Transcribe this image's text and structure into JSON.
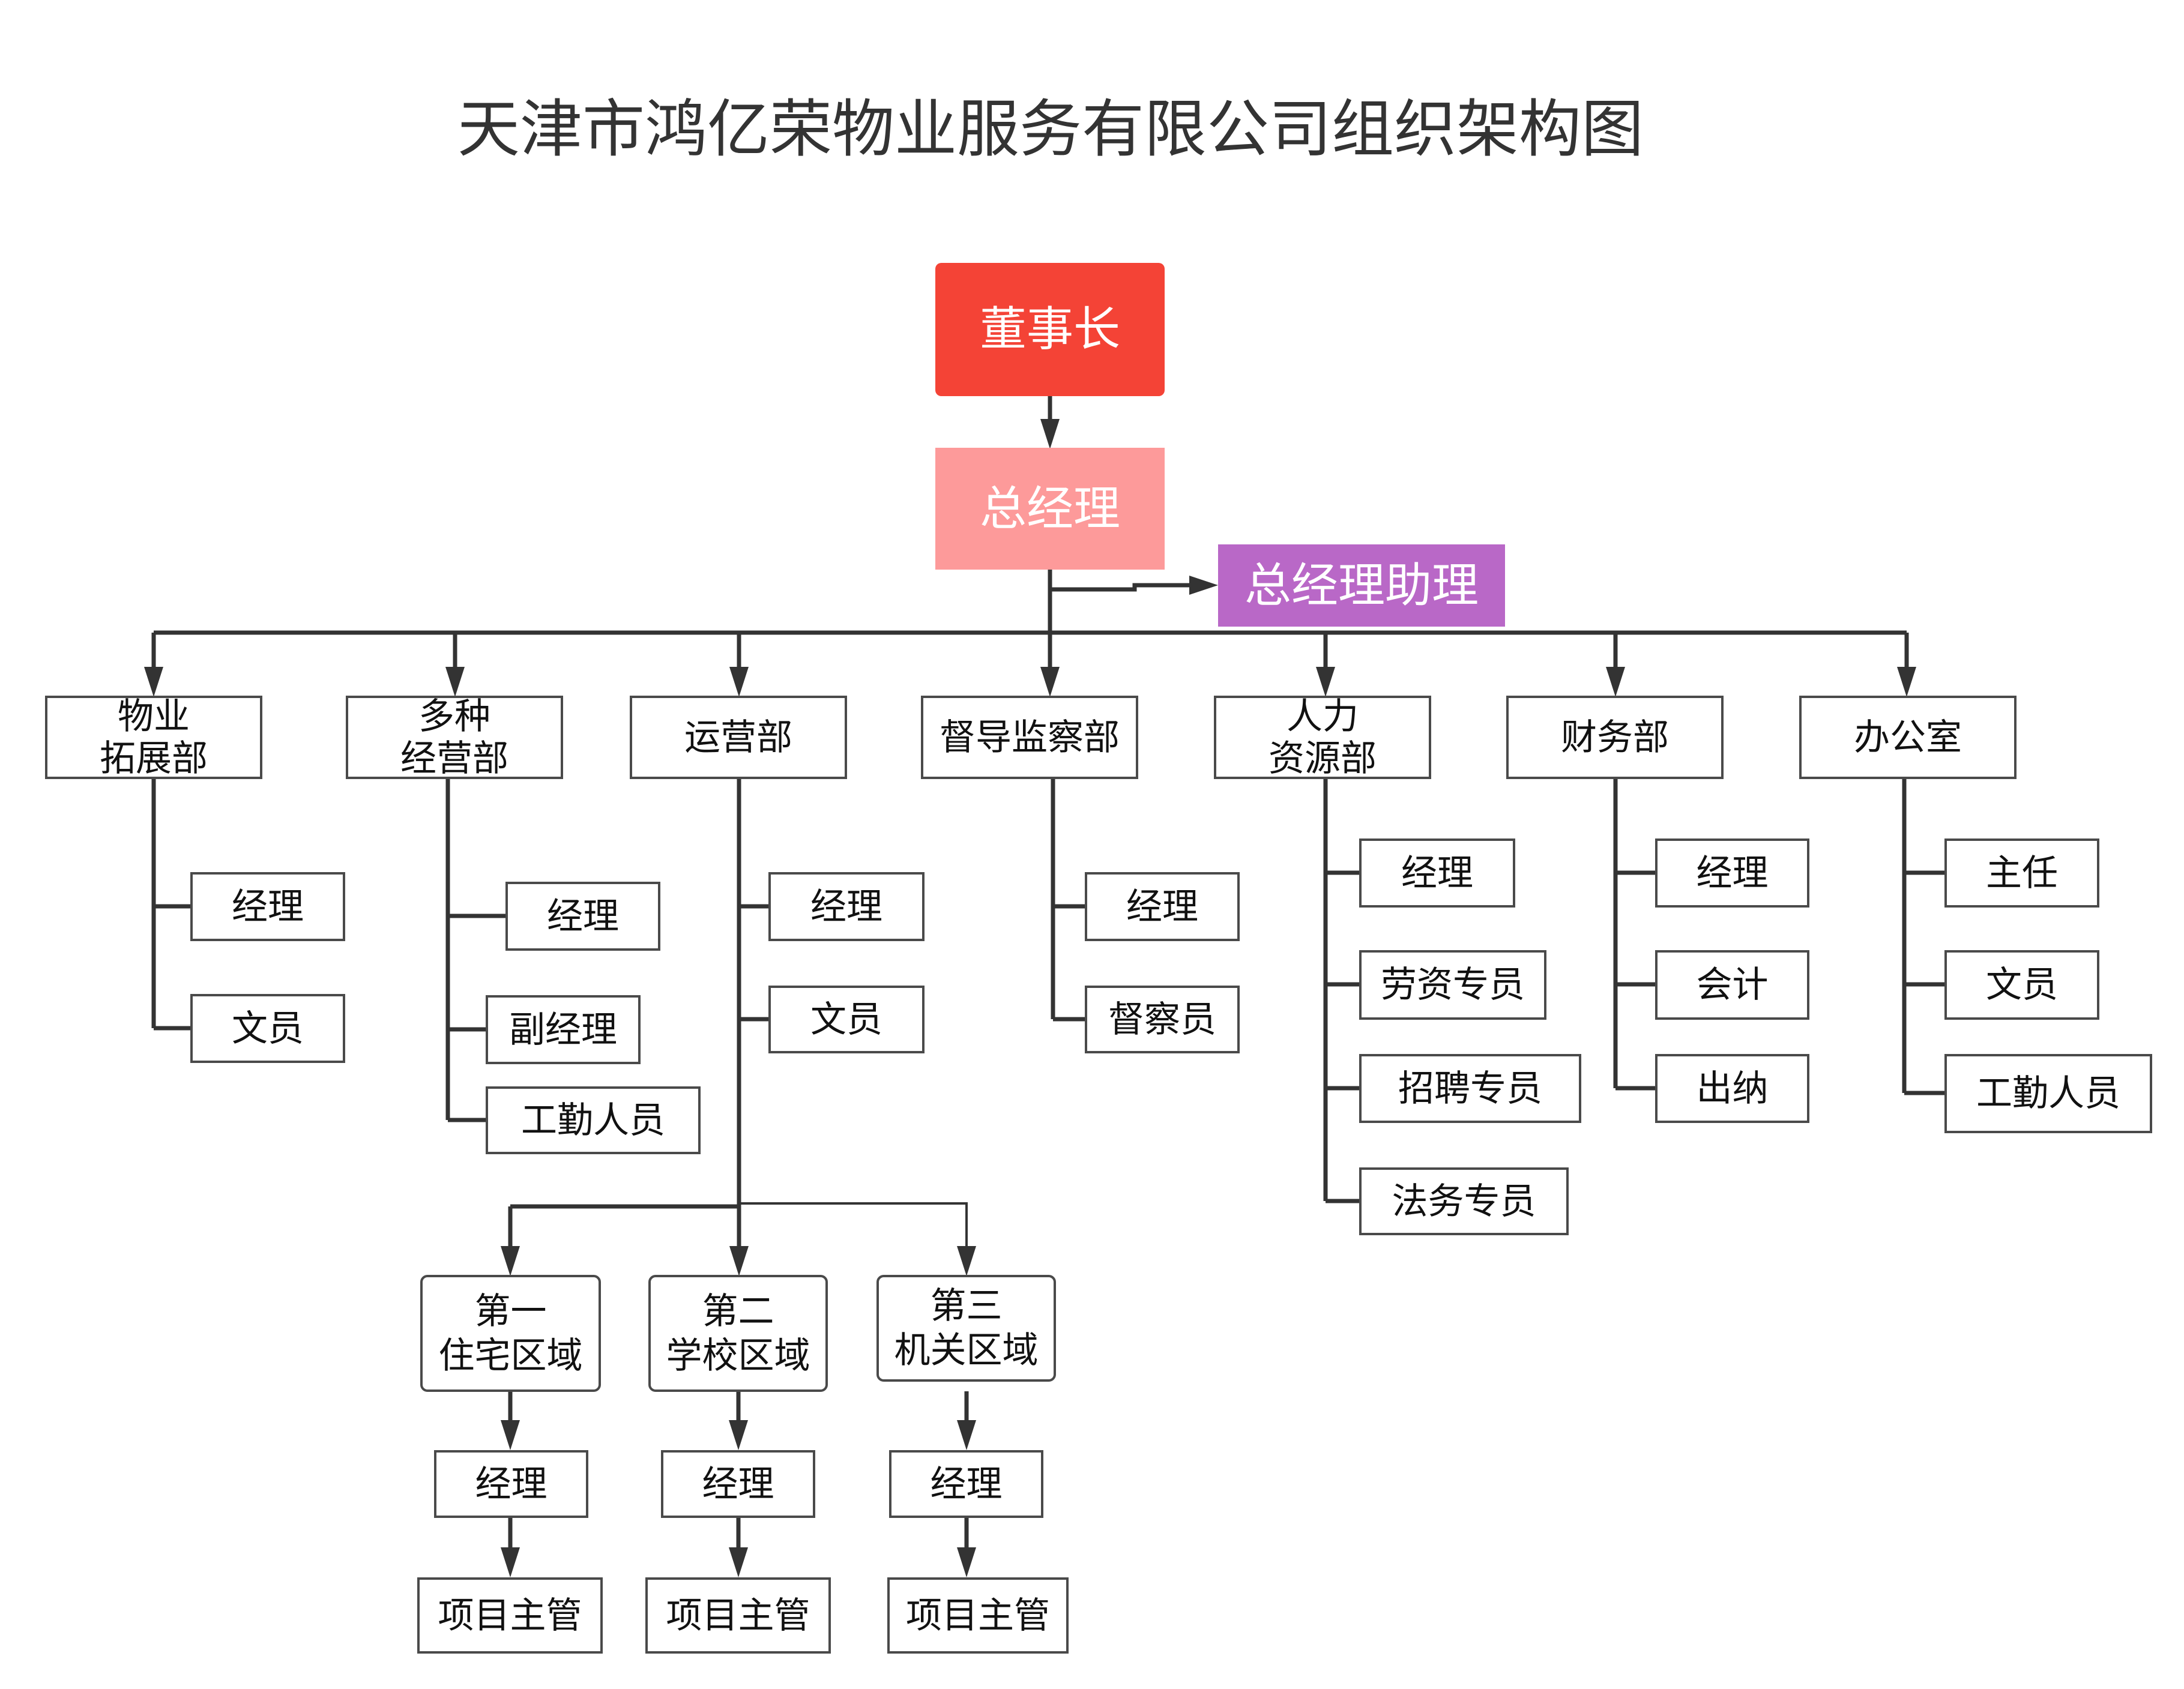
{
  "title": "天津市鸿亿荣物业服务有限公司组织架构图",
  "colors": {
    "chairman": "#f44336",
    "general_manager": "#fd9a9a",
    "assistant": "#b968c7",
    "line": "#333333"
  },
  "top": {
    "chairman": "董事长",
    "general_manager": "总经理",
    "assistant": "总经理助理"
  },
  "departments": [
    {
      "name": "物业\n拓展部",
      "children": [
        "经理",
        "文员"
      ]
    },
    {
      "name": "多种\n经营部",
      "children": [
        "经理",
        "副经理",
        "工勤人员"
      ]
    },
    {
      "name": "运营部",
      "children": [
        "经理",
        "文员"
      ]
    },
    {
      "name": "督导监察部",
      "children": [
        "经理",
        "督察员"
      ]
    },
    {
      "name": "人力\n资源部",
      "children": [
        "经理",
        "劳资专员",
        "招聘专员",
        "法务专员"
      ]
    },
    {
      "name": "财务部",
      "children": [
        "经理",
        "会计",
        "出纳"
      ]
    },
    {
      "name": "办公室",
      "children": [
        "主任",
        "文员",
        "工勤人员"
      ]
    }
  ],
  "regions": [
    {
      "name": "第一\n住宅区域",
      "manager": "经理",
      "supervisor": "项目主管"
    },
    {
      "name": "第二\n学校区域",
      "manager": "经理",
      "supervisor": "项目主管"
    },
    {
      "name": "第三\n机关区域",
      "manager": "经理",
      "supervisor": "项目主管"
    }
  ]
}
